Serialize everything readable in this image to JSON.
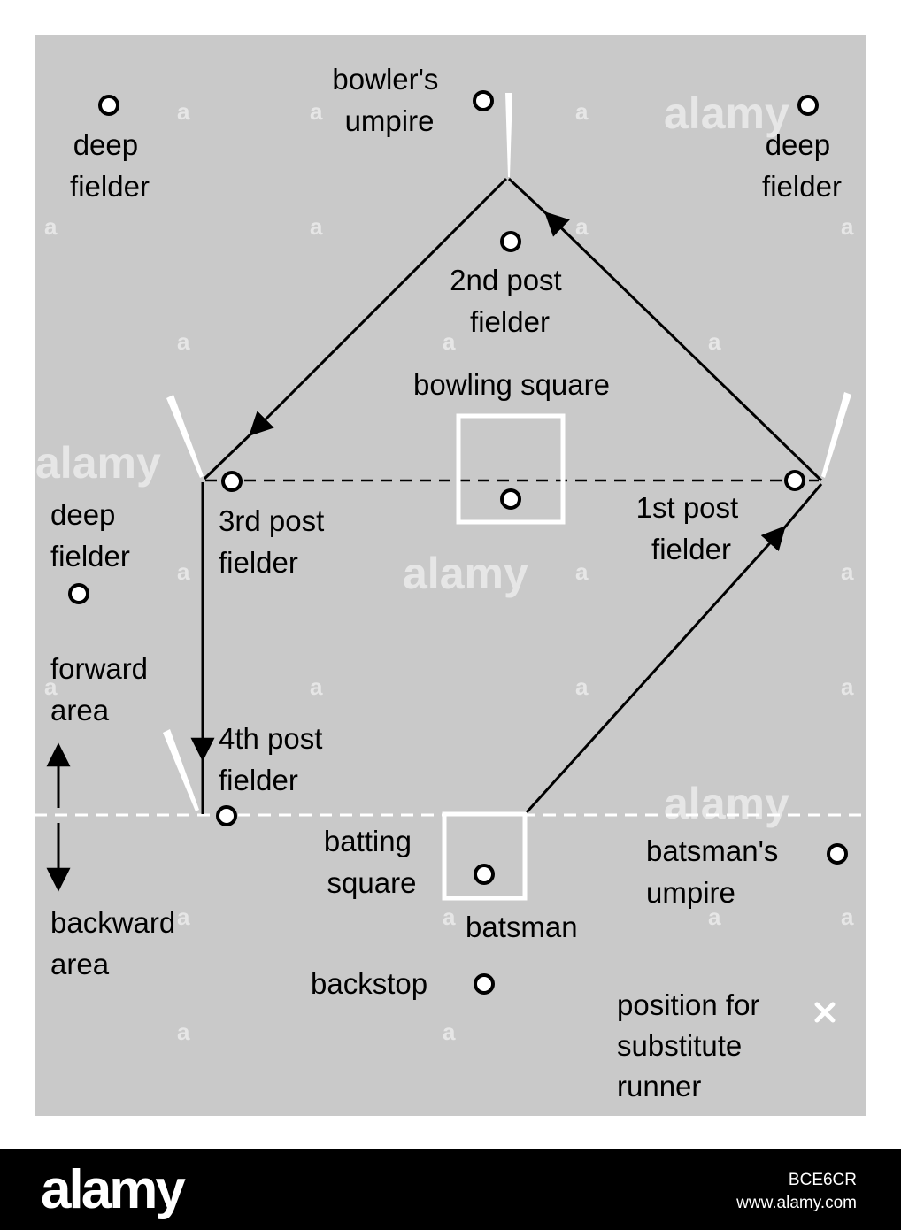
{
  "labels": {
    "bowlers_umpire": [
      "bowler's",
      "umpire"
    ],
    "deep_fielder_tl": [
      "deep",
      "fielder"
    ],
    "deep_fielder_tr": [
      "deep",
      "fielder"
    ],
    "second_post": [
      "2nd post",
      "fielder"
    ],
    "bowling_square": "bowling square",
    "first_post": [
      "1st post",
      "fielder"
    ],
    "third_post": [
      "3rd post",
      "fielder"
    ],
    "deep_fielder_left": [
      "deep",
      "fielder"
    ],
    "forward_area": [
      "forward",
      "area"
    ],
    "fourth_post": [
      "4th post",
      "fielder"
    ],
    "batting_square": [
      "batting",
      "square"
    ],
    "batsman": "batsman",
    "batsmans_umpire": [
      "batsman's",
      "umpire"
    ],
    "backward_area": [
      "backward",
      "area"
    ],
    "backstop": "backstop",
    "substitute_runner": [
      "position for",
      "substitute",
      "runner"
    ]
  },
  "watermark": {
    "logo": "alamy",
    "small_mark": "a"
  },
  "footer": {
    "logo": "alamy",
    "image_id": "BCE6CR",
    "site": "www.alamy.com"
  },
  "colors": {
    "field": "#c9c9c9",
    "lines": "#000000",
    "markings": "#ffffff",
    "footer": "#000000"
  }
}
